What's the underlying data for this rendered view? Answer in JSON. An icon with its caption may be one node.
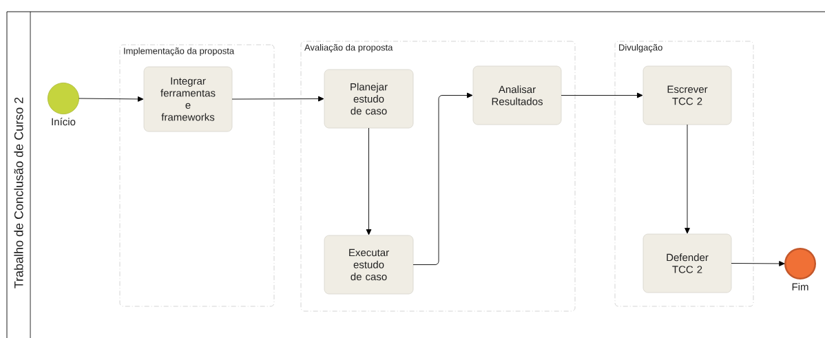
{
  "diagram": {
    "nodes": [
      {
        "text": [
          "Trabalho de Conclusão de Curso 2"
        ]
      },
      {
        "text": [],
        "shape": "circle",
        "beside": [
          "Início"
        ],
        "in": 0
      },
      {
        "text": [
          "Implementação da proposta"
        ],
        "in": 0
      },
      {
        "text": [
          "Integrar ferramentas e frameworks"
        ],
        "in": 2
      },
      {
        "text": [
          "Avaliação da proposta"
        ],
        "in": 0
      },
      {
        "text": [
          "Planejar estudo de caso"
        ],
        "in": 4
      },
      {
        "text": [
          "Executar estudo de caso"
        ],
        "in": 4
      },
      {
        "text": [
          "Analisar Resultados"
        ],
        "in": 4
      },
      {
        "text": [
          "Divulgação"
        ],
        "in": 0
      },
      {
        "text": [
          "Escrever TCC 2"
        ],
        "in": 8
      },
      {
        "text": [
          "Defender TCC 2"
        ],
        "in": 8
      },
      {
        "text": [],
        "shape": "circle",
        "beside": [
          "Fim"
        ],
        "in": 0
      }
    ],
    "edges": [
      {
        "from": 1,
        "to": 3,
        "arrow": "to"
      },
      {
        "from": 3,
        "to": 5,
        "arrow": "to"
      },
      {
        "from": 5,
        "to": 6,
        "arrow": "to"
      },
      {
        "from": 6,
        "to": 7,
        "arrow": "to"
      },
      {
        "from": 7,
        "to": 9,
        "arrow": "to"
      },
      {
        "from": 9,
        "to": 10,
        "arrow": "to"
      },
      {
        "from": 10,
        "to": 11,
        "arrow": "to"
      }
    ]
  }
}
